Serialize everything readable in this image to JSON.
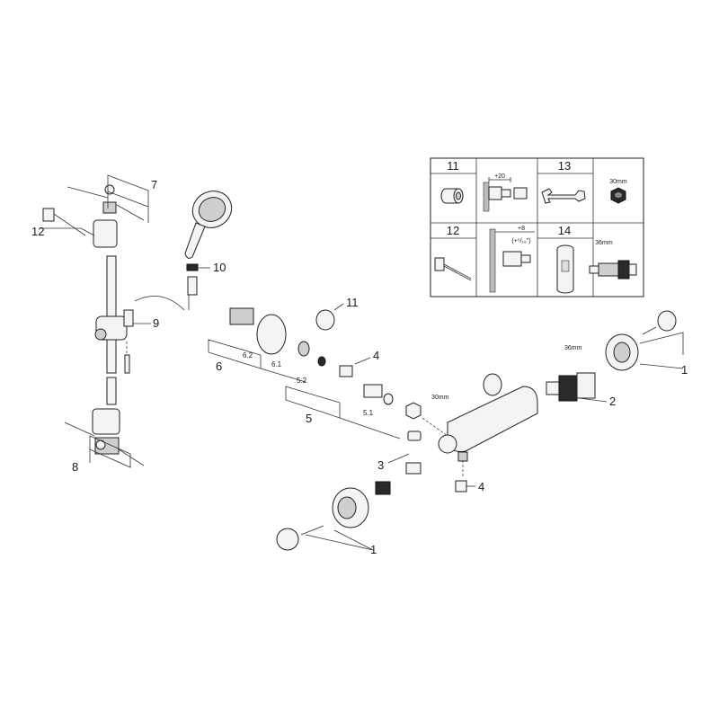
{
  "callouts": {
    "c1_right": "1",
    "c1_bottom": "1",
    "c2": "2",
    "c3": "3",
    "c4_top": "4",
    "c4_bottom": "4",
    "c5": "5",
    "c5_1": "5.1",
    "c5_2": "5.2",
    "c6": "6",
    "c6_1": "6.1",
    "c6_2": "6.2",
    "c7": "7",
    "c8": "8",
    "c9": "9",
    "c10": "10",
    "c11": "11",
    "c12": "12"
  },
  "dimensions": {
    "wrench_36_top": "36mm",
    "nut_30": "30mm"
  },
  "tools_table": {
    "cell_11": "11",
    "cell_12": "12",
    "cell_13": "13",
    "cell_14": "14",
    "dim_20": "+20",
    "dim_8": "+8",
    "dim_8_frac": "(+⁵/₁₆\")",
    "nut_30": "30mm",
    "nut_36": "36mm"
  }
}
